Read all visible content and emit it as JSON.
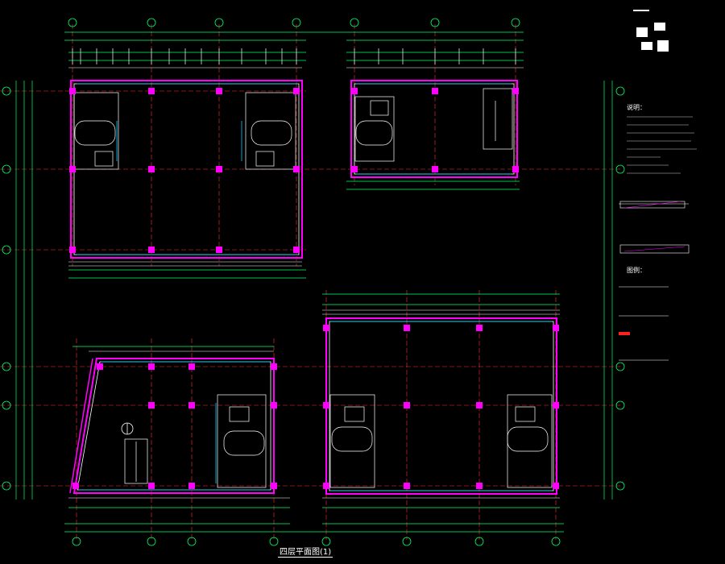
{
  "drawing": {
    "title": "四层平面图(1)",
    "notes_heading": "说明：",
    "legend_heading": "图例：",
    "colors": {
      "background": "#000000",
      "wall": "#ff00ff",
      "axis": "#ff3030",
      "dimension": "#00ff66",
      "detail": "#ffffff",
      "equipment": "#00ccff",
      "column": "#ff00ff"
    },
    "icon": "building-floor-plan"
  }
}
